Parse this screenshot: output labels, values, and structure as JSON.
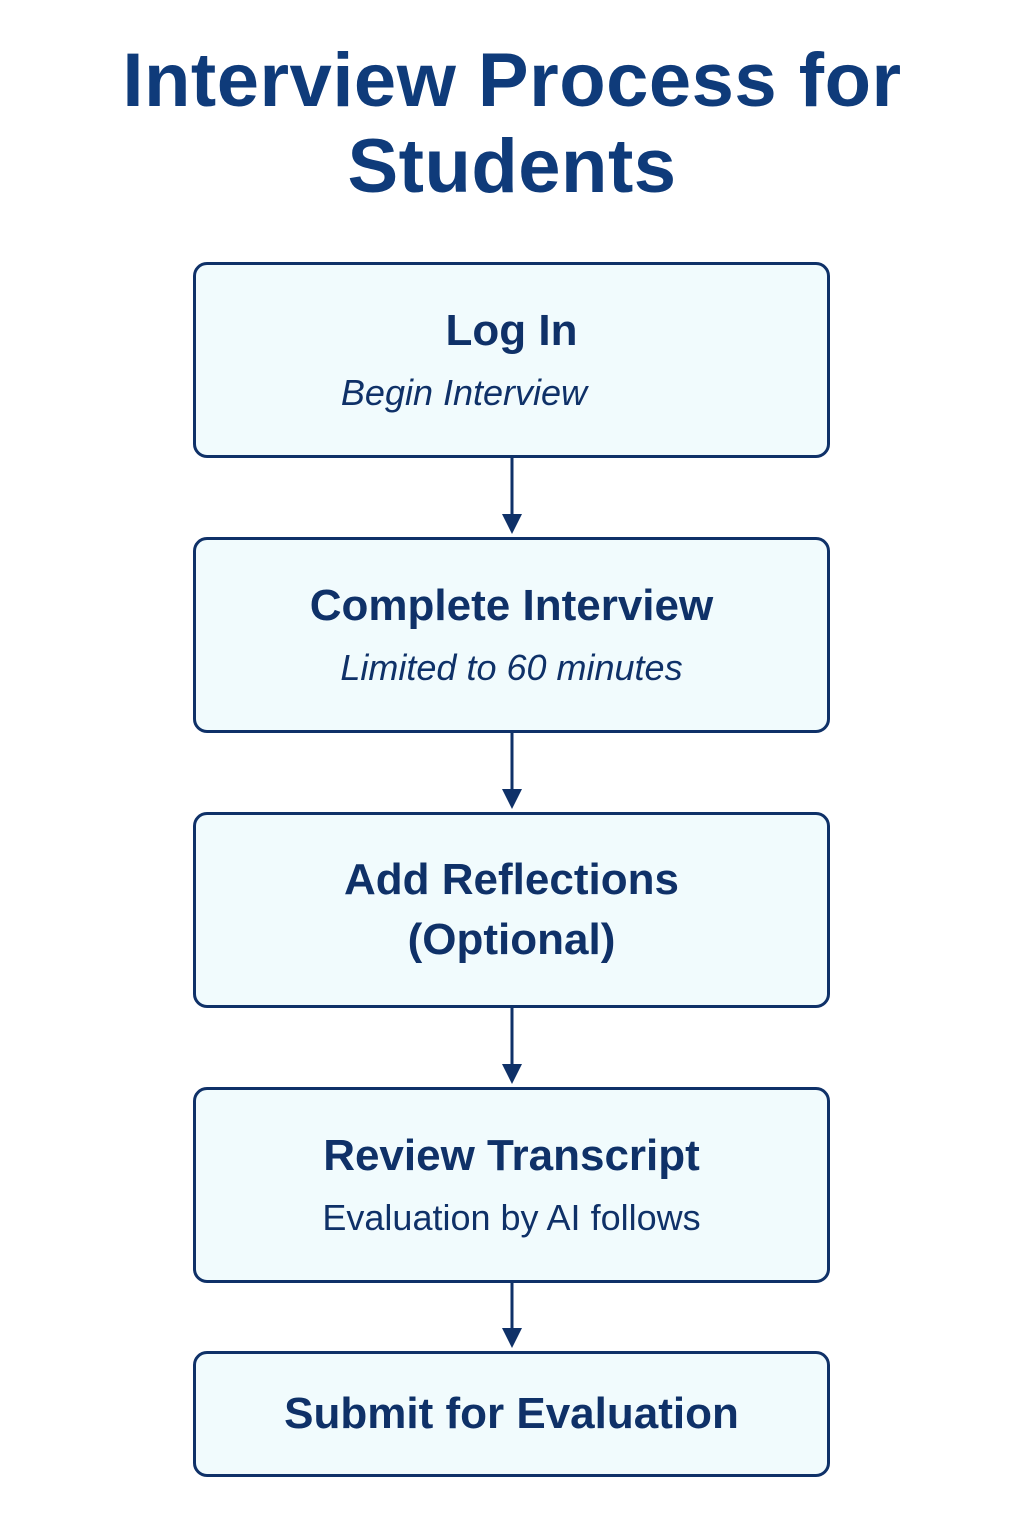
{
  "colors": {
    "title": "#0f3b7a",
    "text": "#0f3168",
    "box_border": "#0f3168",
    "box_fill": "#f1fbfd",
    "arrow": "#0f3168"
  },
  "title": {
    "line1": "Interview Process for",
    "line2": "Students"
  },
  "steps": [
    {
      "title": "Log In",
      "subtitle": "Begin Interview",
      "subtitle_style": "italic"
    },
    {
      "title": "Complete Interview",
      "subtitle": "Limited to 60 minutes",
      "subtitle_style": "italic"
    },
    {
      "title": "Add Reflections",
      "title_line2": "(Optional)"
    },
    {
      "title": "Review Transcript",
      "subtitle": "Evaluation by AI follows",
      "subtitle_style": "normal"
    },
    {
      "title": "Submit for Evaluation"
    }
  ]
}
